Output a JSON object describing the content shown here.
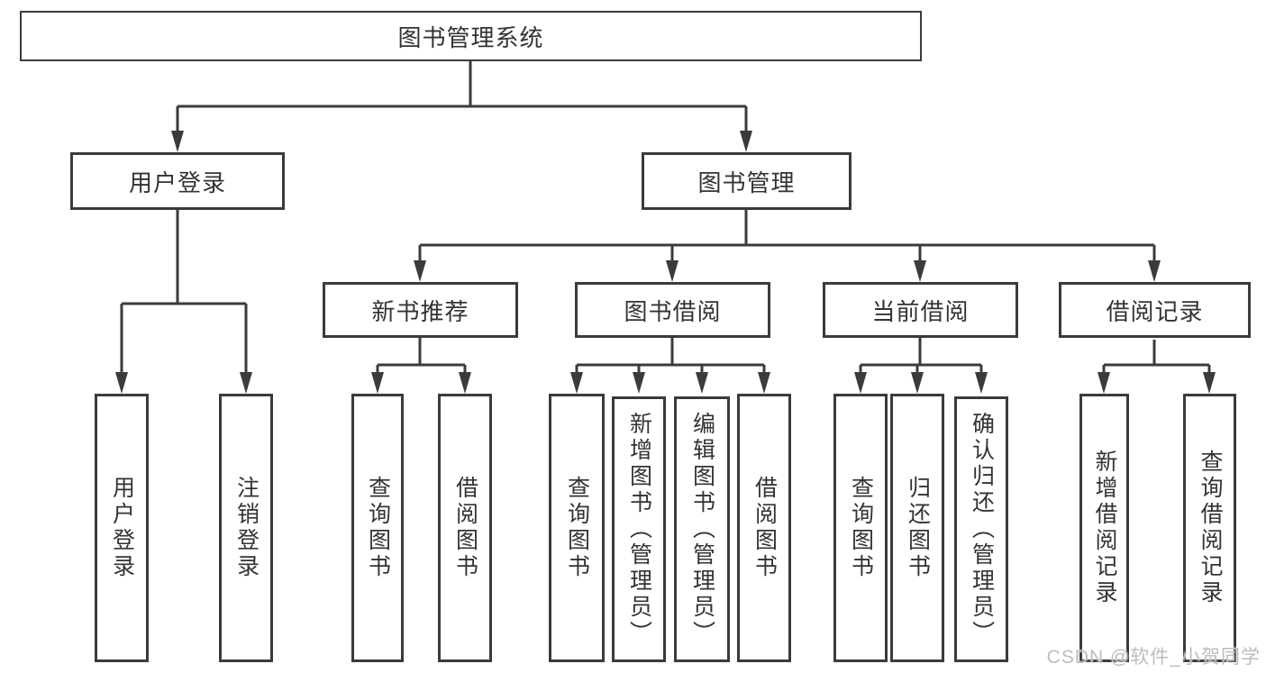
{
  "watermark": "CSDN @软件_小贺同学",
  "colors": {
    "line": "#3b3b3b",
    "text": "#333333",
    "box_background": "#ffffff",
    "watermark": "#bcbcbc"
  },
  "tree": {
    "root": {
      "label": "图书管理系统",
      "children": [
        {
          "label": "用户登录",
          "children": [
            {
              "label": "用户登录"
            },
            {
              "label": "注销登录"
            }
          ]
        },
        {
          "label": "图书管理",
          "children": [
            {
              "label": "新书推荐",
              "children": [
                {
                  "label": "查询图书"
                },
                {
                  "label": "借阅图书"
                }
              ]
            },
            {
              "label": "图书借阅",
              "children": [
                {
                  "label": "查询图书"
                },
                {
                  "label": "新增图书（管理员）"
                },
                {
                  "label": "编辑图书（管理员）"
                },
                {
                  "label": "借阅图书"
                }
              ]
            },
            {
              "label": "当前借阅",
              "children": [
                {
                  "label": "查询图书"
                },
                {
                  "label": "归还图书"
                },
                {
                  "label": "确认归还（管理员）"
                }
              ]
            },
            {
              "label": "借阅记录",
              "children": [
                {
                  "label": "新增借阅记录"
                },
                {
                  "label": "查询借阅记录"
                }
              ]
            }
          ]
        }
      ]
    }
  }
}
